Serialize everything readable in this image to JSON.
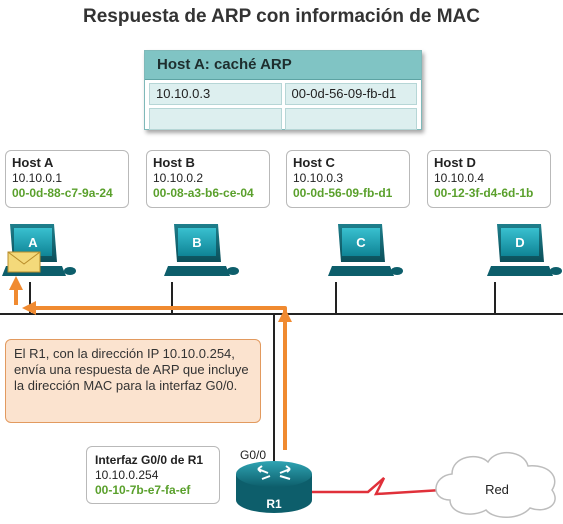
{
  "title": "Respuesta de ARP con información de MAC",
  "arp_cache": {
    "header": "Host A: caché ARP",
    "rows": [
      [
        "10.10.0.3",
        "00-0d-56-09-fb-d1"
      ],
      [
        "",
        ""
      ]
    ]
  },
  "hosts": [
    {
      "name": "Host A",
      "ip": "10.10.0.1",
      "mac": "00-0d-88-c7-9a-24",
      "letter": "A"
    },
    {
      "name": "Host B",
      "ip": "10.10.0.2",
      "mac": "00-08-a3-b6-ce-04",
      "letter": "B"
    },
    {
      "name": "Host C",
      "ip": "10.10.0.3",
      "mac": "00-0d-56-09-fb-d1",
      "letter": "C"
    },
    {
      "name": "Host D",
      "ip": "10.10.0.4",
      "mac": "00-12-3f-d4-6d-1b",
      "letter": "D"
    }
  ],
  "callout": "El R1, con la dirección IP 10.10.0.254, envía una respuesta de ARP que incluye la dirección MAC para la interfaz G0/0.",
  "router": {
    "info_title": "Interfaz G0/0 de R1",
    "ip": "10.10.0.254",
    "mac": "00-10-7b-e7-fa-ef",
    "interface_label": "G0/0",
    "name": "R1"
  },
  "cloud_label": "Red",
  "colors": {
    "teal_header": "#80c4c4",
    "mac_green": "#5aa02c",
    "arrow_orange": "#f08a30",
    "pc_blue": "#1a9fb0",
    "wan_red": "#e0303a"
  }
}
